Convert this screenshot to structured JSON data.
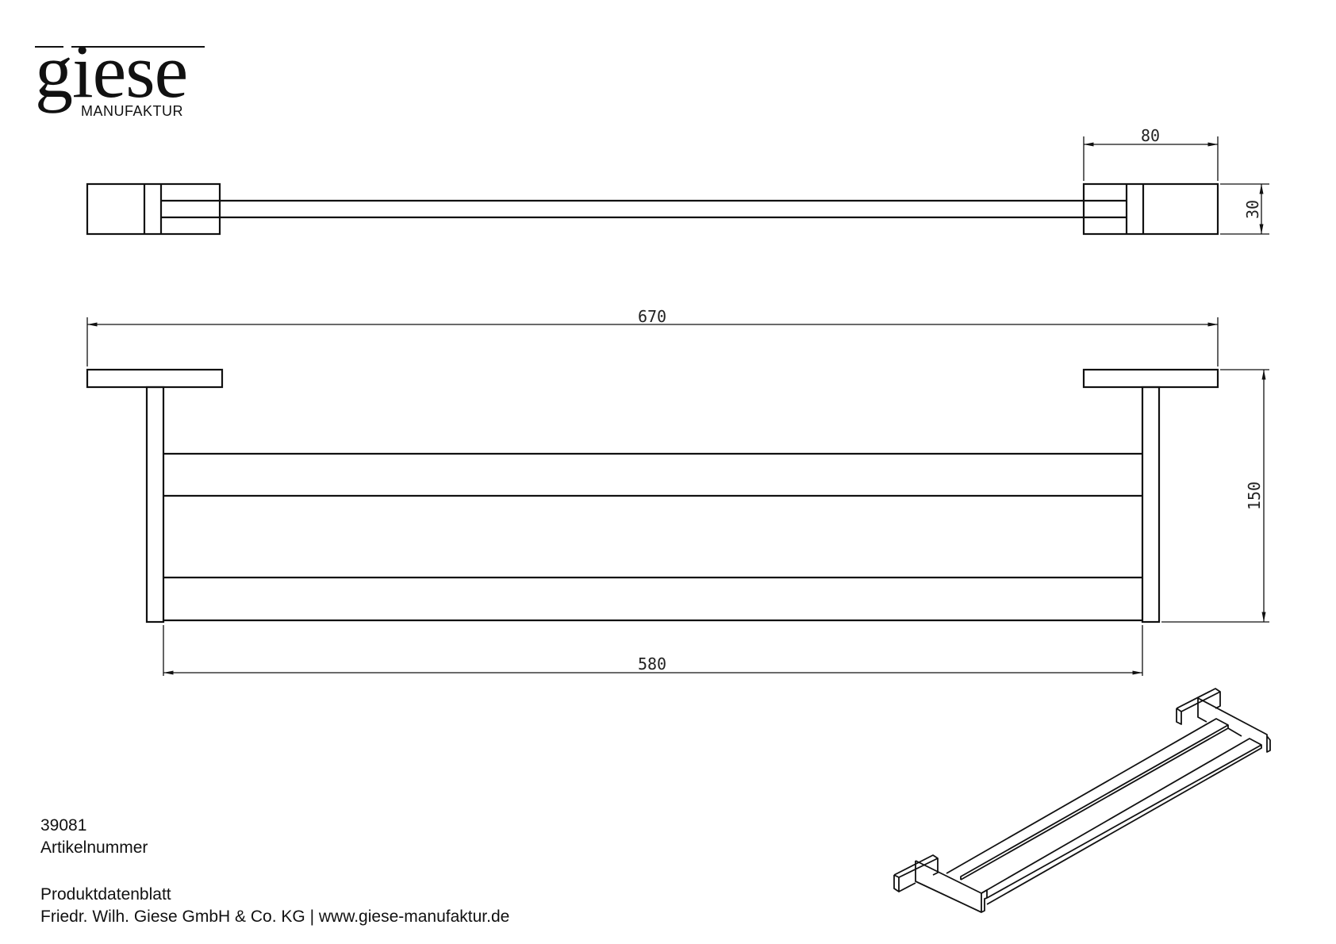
{
  "logo": {
    "brand": "giese",
    "tagline": "MANUFAKTUR"
  },
  "drawing": {
    "top_view": {
      "dimensions": {
        "bracket_width": "80",
        "bracket_depth": "30"
      }
    },
    "front_view": {
      "dimensions": {
        "overall_length": "670",
        "bar_length": "580",
        "projection": "150"
      }
    },
    "isometric_view": {
      "label": ""
    }
  },
  "info": {
    "article_number": "39081",
    "article_number_label": "Artikelnummer",
    "document_title": "Produktdatenblatt",
    "company_line": "Friedr. Wilh. Giese GmbH & Co. KG | www.giese-manufaktur.de"
  },
  "colors": {
    "line": "#111111",
    "background": "#ffffff"
  }
}
